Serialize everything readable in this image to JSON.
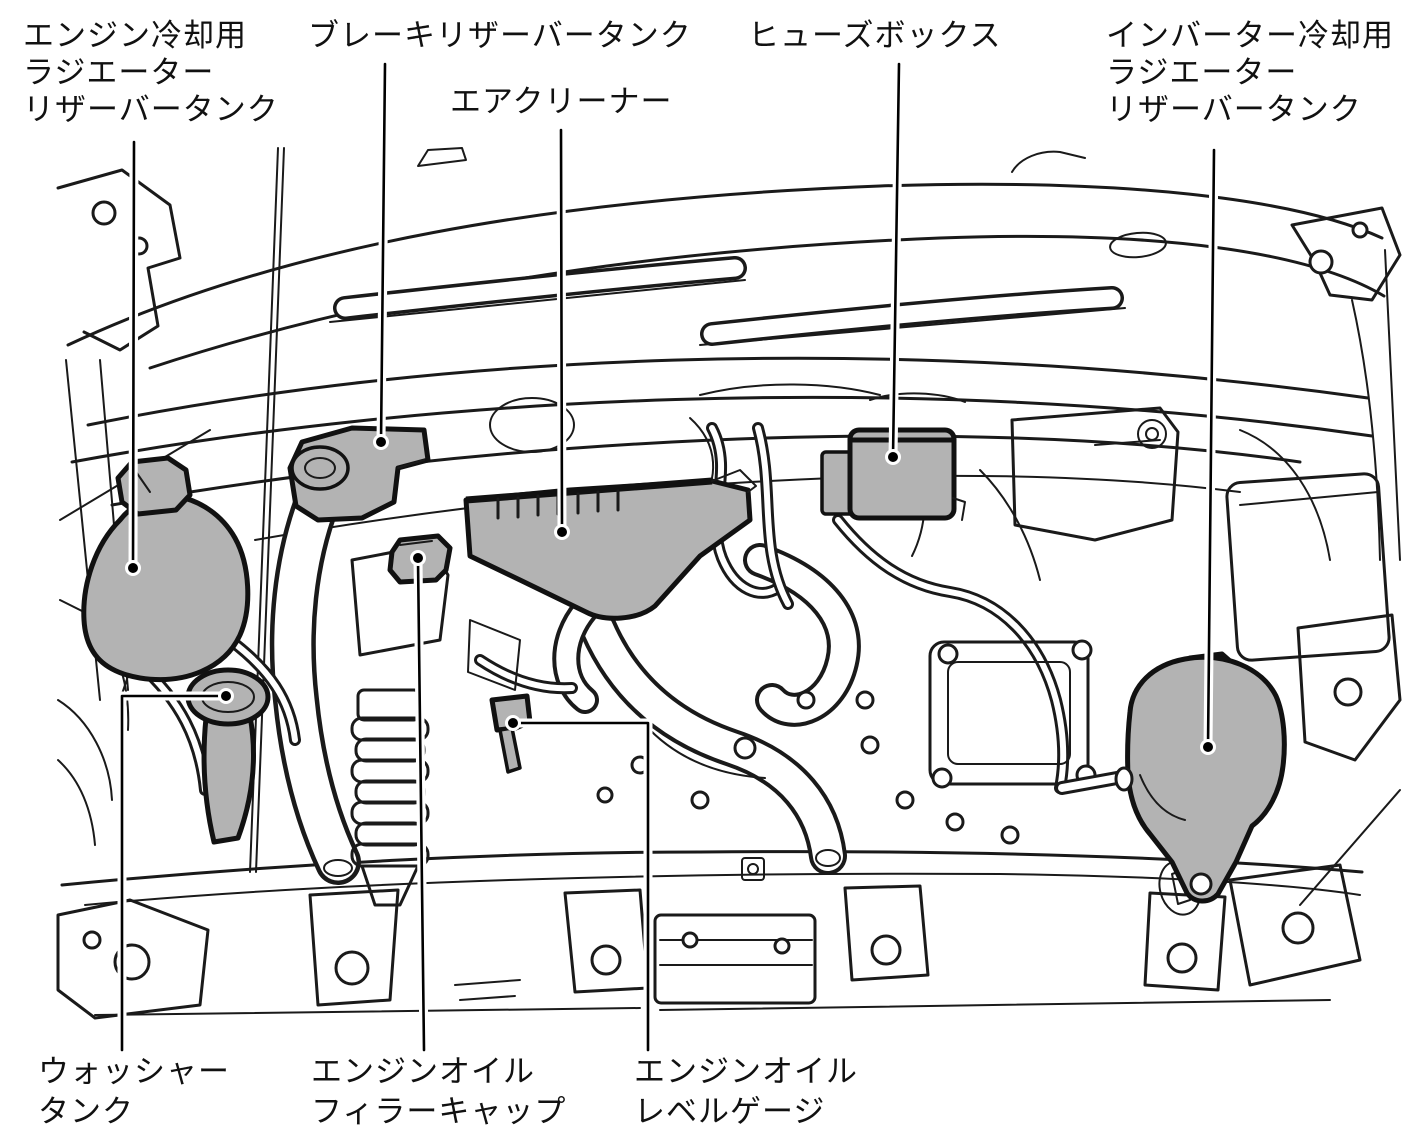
{
  "figure": {
    "type": "engine-compartment-callout-diagram",
    "colors": {
      "background": "#ffffff",
      "line": "#1a1a1a",
      "component_fill": "#b3b3b3",
      "label_text": "#111111"
    },
    "labels": {
      "engine_coolant_reservoir": {
        "line1": "エンジン冷却用",
        "line2": "ラジエーター",
        "line3": "リザーバータンク"
      },
      "brake_reservoir": {
        "line1": "ブレーキリザーバータンク"
      },
      "air_cleaner": {
        "line1": "エアクリーナー"
      },
      "fuse_box": {
        "line1": "ヒューズボックス"
      },
      "inverter_coolant_reservoir": {
        "line1": "インバーター冷却用",
        "line2": "ラジエーター",
        "line3": "リザーバータンク"
      },
      "washer_tank": {
        "line1": "ウォッシャー",
        "line2": "タンク"
      },
      "engine_oil_filler_cap": {
        "line1": "エンジンオイル",
        "line2": "フィラーキャップ"
      },
      "engine_oil_level_gauge": {
        "line1": "エンジンオイル",
        "line2": "レベルゲージ"
      }
    }
  }
}
